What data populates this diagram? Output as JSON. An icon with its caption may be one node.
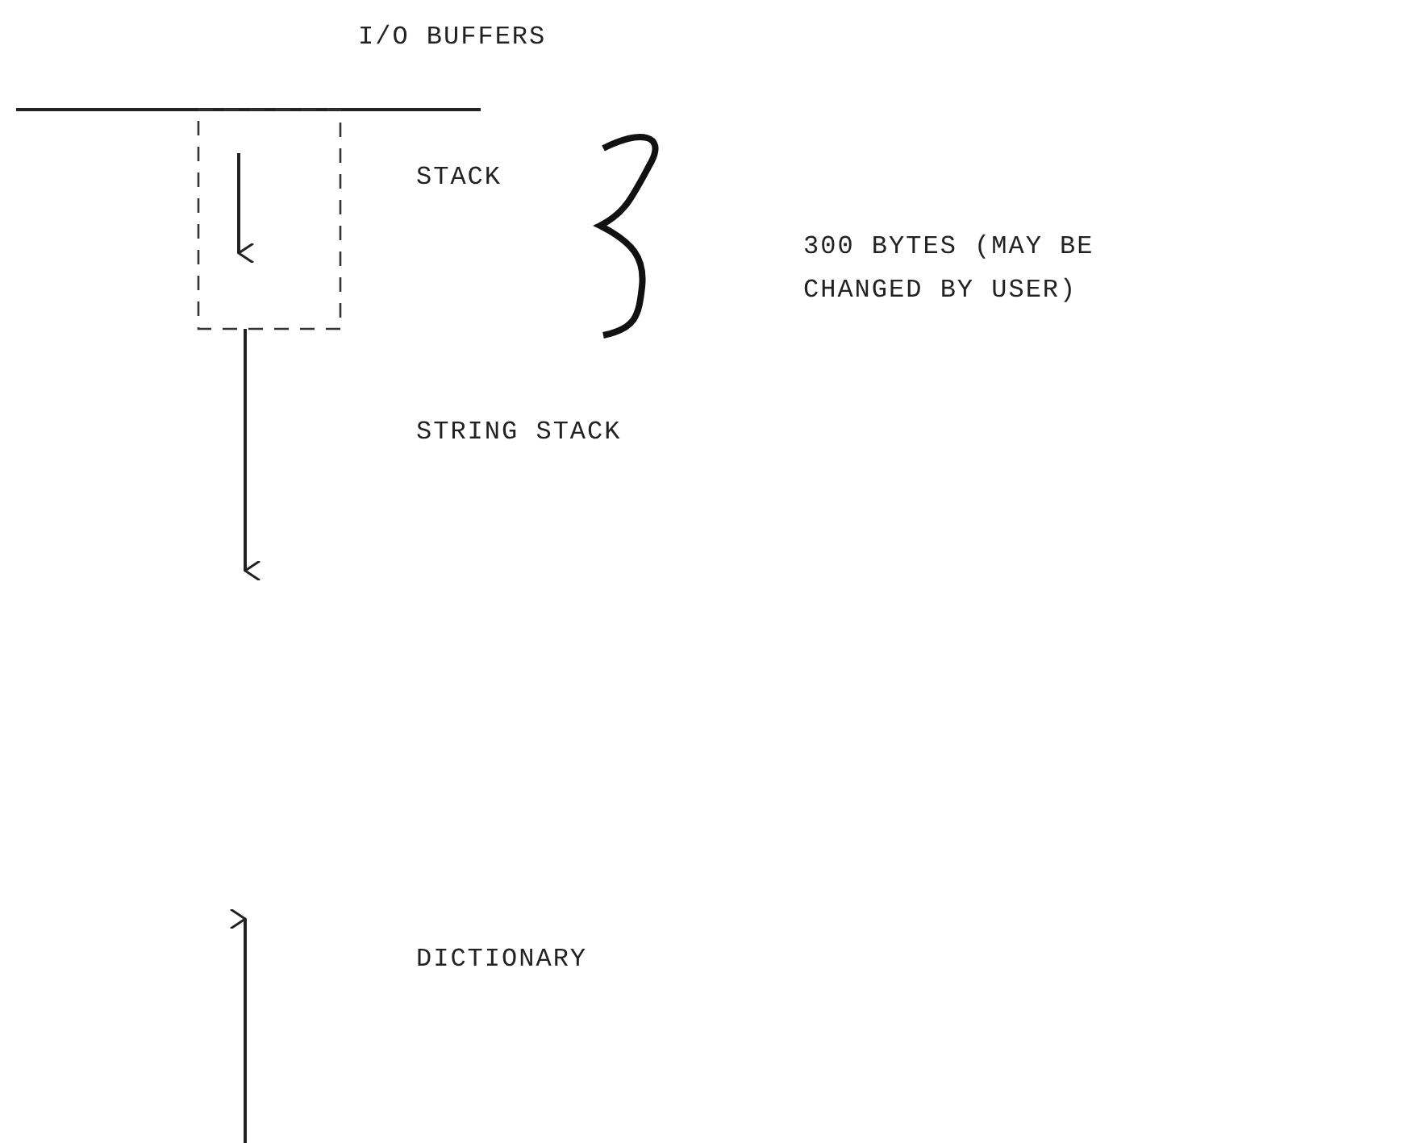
{
  "diagram": {
    "labels": [
      "I/O BUFFERS",
      "STACK",
      "300 BYTES (MAY BE CHANGED BY USER)",
      "STRING STACK",
      "DICTIONARY"
    ]
  }
}
